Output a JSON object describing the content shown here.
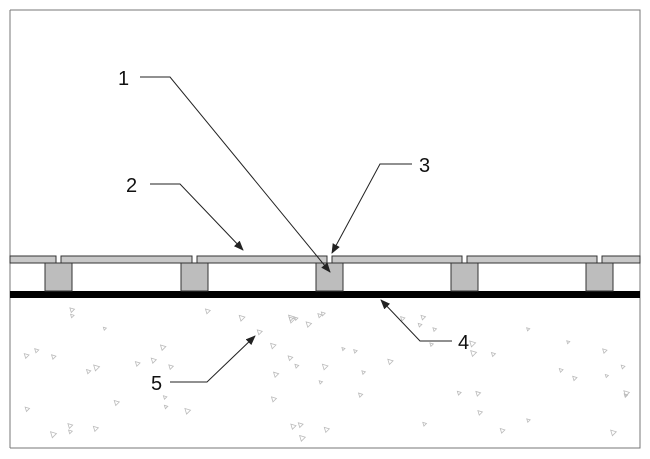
{
  "diagram": {
    "callouts": [
      {
        "id": "1",
        "label": "1"
      },
      {
        "id": "2",
        "label": "2"
      },
      {
        "id": "3",
        "label": "3"
      },
      {
        "id": "4",
        "label": "4"
      },
      {
        "id": "5",
        "label": "5"
      }
    ],
    "colors": {
      "line": "#333333",
      "panel": "#c8c8c8",
      "pedestal": "#bdbdbd",
      "membrane": "#000000",
      "aggregate": "#bbbbbb",
      "background": "#ffffff"
    }
  }
}
